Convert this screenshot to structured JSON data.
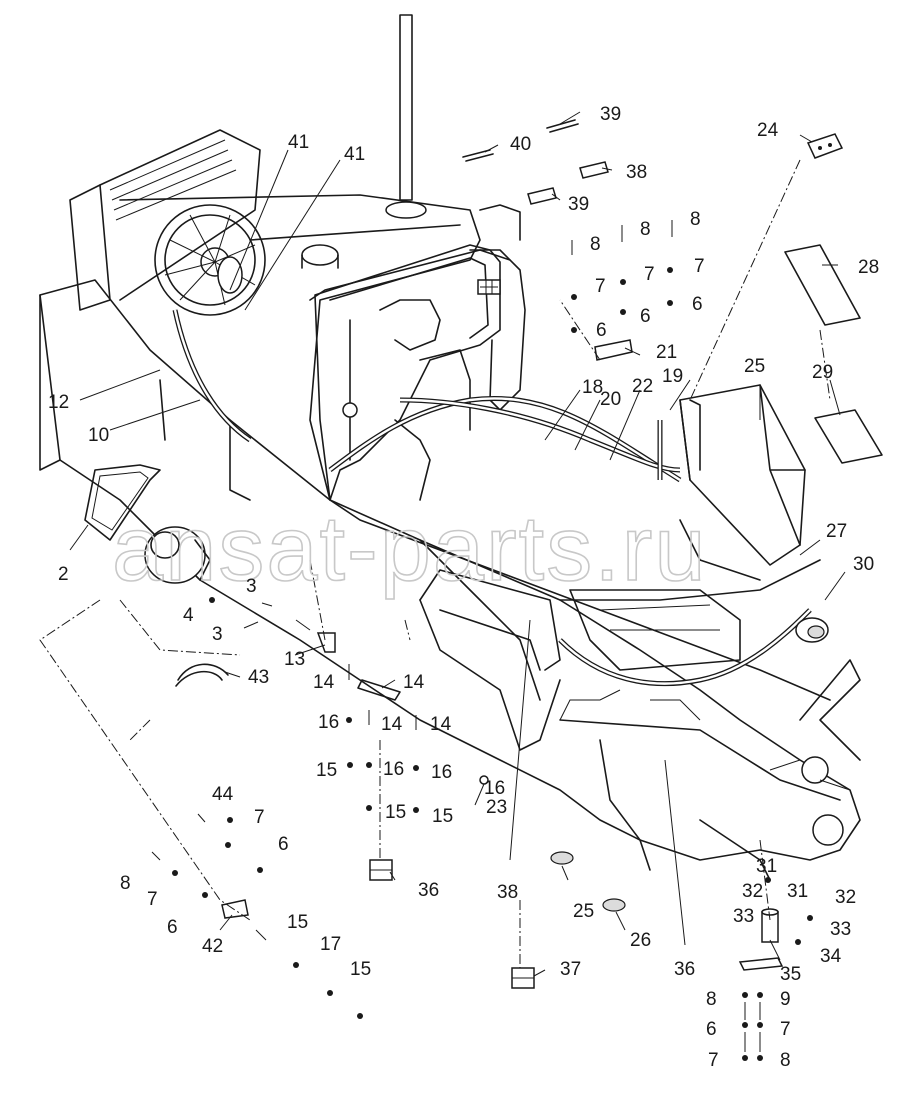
{
  "watermark": "ansat-parts.ru",
  "callouts": [
    "2",
    "3",
    "3",
    "4",
    "6",
    "6",
    "6",
    "6",
    "6",
    "6",
    "7",
    "7",
    "7",
    "7",
    "7",
    "7",
    "7",
    "8",
    "8",
    "8",
    "8",
    "8",
    "8",
    "9",
    "10",
    "12",
    "13",
    "14",
    "14",
    "14",
    "14",
    "15",
    "15",
    "15",
    "15",
    "15",
    "16",
    "16",
    "16",
    "16",
    "17",
    "18",
    "19",
    "20",
    "21",
    "22",
    "23",
    "24",
    "25",
    "25",
    "26",
    "27",
    "28",
    "29",
    "30",
    "31",
    "31",
    "32",
    "32",
    "33",
    "33",
    "34",
    "35",
    "36",
    "36",
    "37",
    "38",
    "38",
    "39",
    "39",
    "40",
    "41",
    "42",
    "43",
    "44"
  ]
}
